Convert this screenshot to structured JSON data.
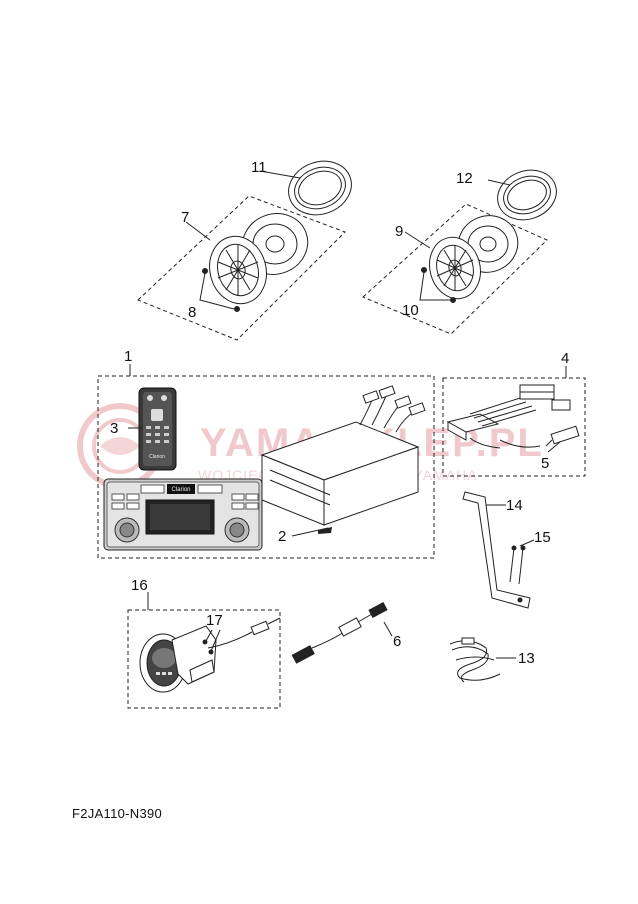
{
  "watermark": {
    "main": "YAMA-SKLEP.PL",
    "sub": "WOJCIECHOWICZ | DEALER YAMAHA"
  },
  "remote": {
    "brand": "Clarion"
  },
  "head_unit": {
    "brand": "Clarion"
  },
  "callouts": {
    "c1": "1",
    "c2": "2",
    "c3": "3",
    "c4": "4",
    "c5": "5",
    "c6": "6",
    "c7": "7",
    "c8": "8",
    "c9": "9",
    "c10": "10",
    "c11": "11",
    "c12": "12",
    "c13": "13",
    "c14": "14",
    "c15": "15",
    "c16": "16",
    "c17": "17"
  },
  "figure_code": "F2JA110-N390"
}
